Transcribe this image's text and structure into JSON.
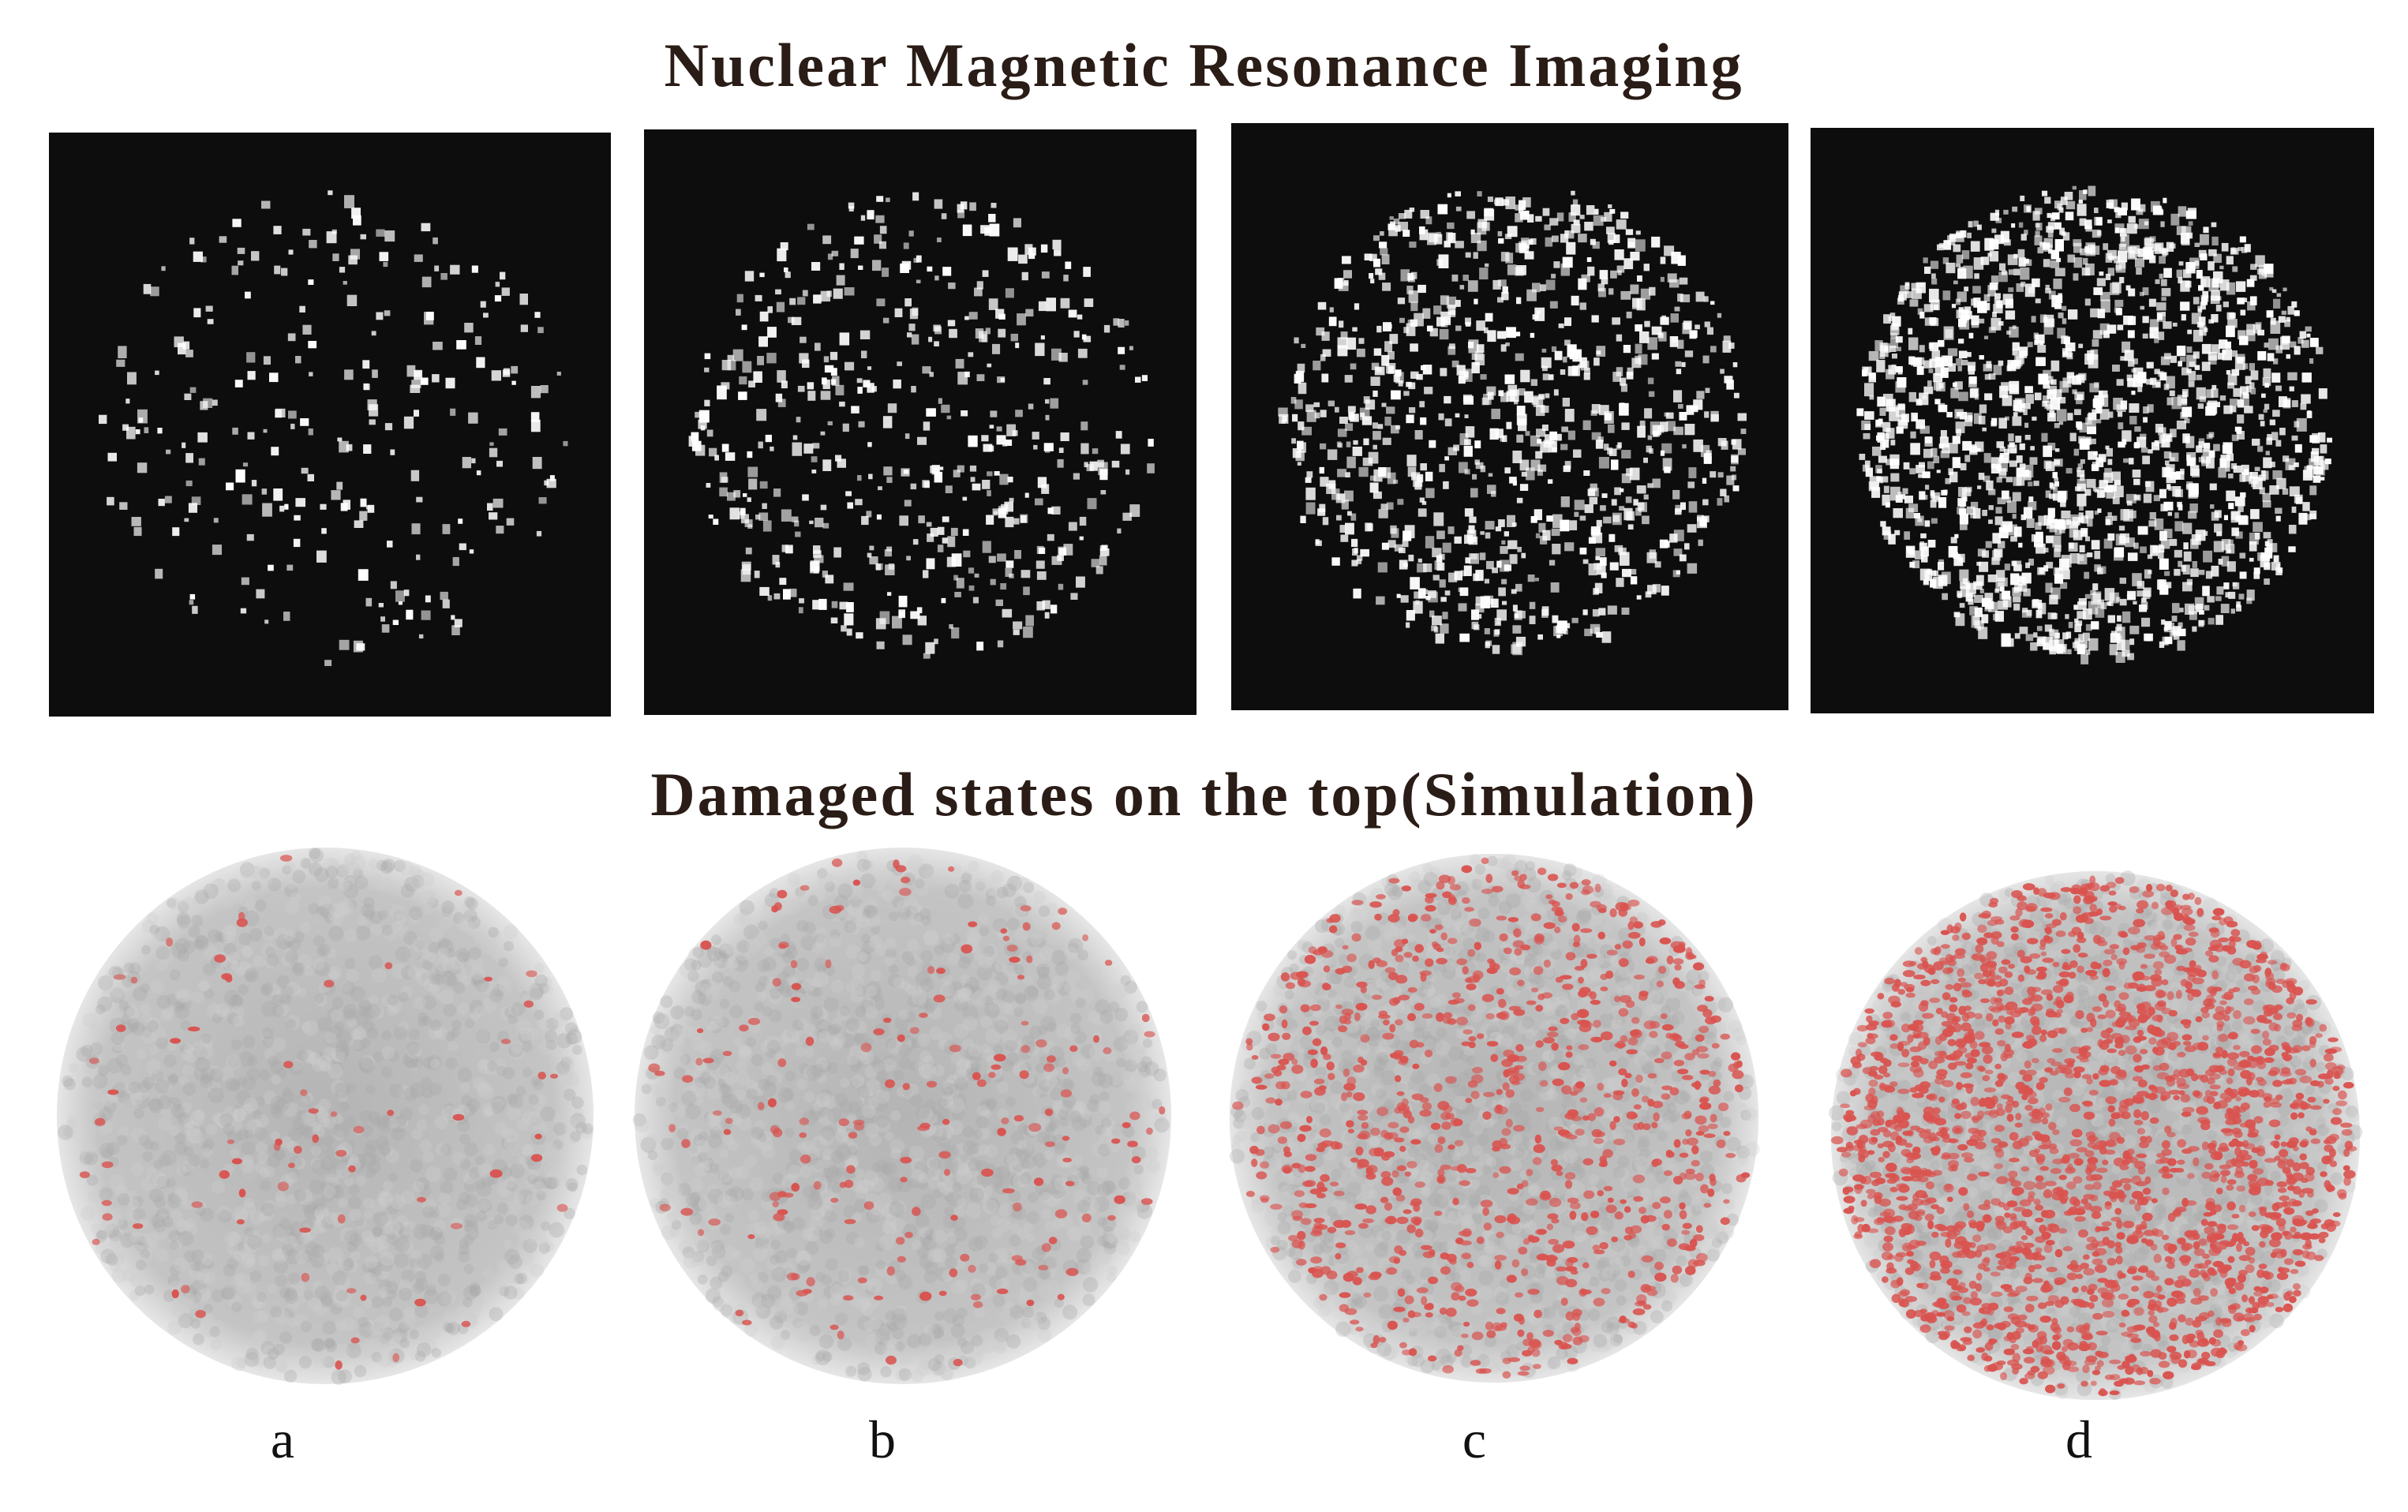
{
  "figure": {
    "nmr_title": "Nuclear Magnetic Resonance Imaging",
    "sim_title": "Damaged states on the top(Simulation)",
    "panels": [
      {
        "label": "a"
      },
      {
        "label": "b"
      },
      {
        "label": "c"
      },
      {
        "label": "d"
      }
    ]
  },
  "colors": {
    "nmr_background": "#0d0d0d",
    "nmr_pixel": "#ffffff",
    "particle_gray": "#bcbcbc",
    "damaged_red": "#d9534f"
  }
}
